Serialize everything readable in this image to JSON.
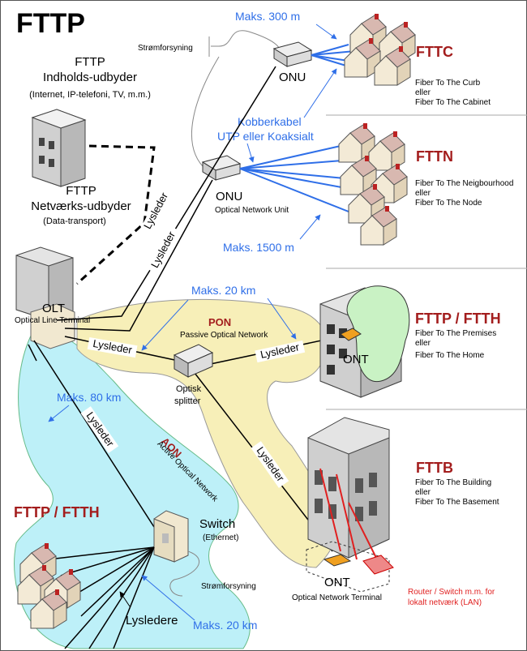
{
  "title": "FTTP",
  "provider": {
    "content_title_1": "FTTP",
    "content_title_2": "Indholds-udbyder",
    "content_sub": "(Internet, IP-telefoni, TV, m.m.)",
    "network_title_1": "FTTP",
    "network_title_2": "Netværks-udbyder",
    "network_sub": "(Data-transport)"
  },
  "olt": {
    "label": "OLT",
    "desc": "Optical Line Terminal"
  },
  "power_top": "Strømforsyning",
  "power_bottom": "Strømforsyning",
  "onu_top": "ONU",
  "onu_mid": "ONU",
  "onu_desc": "Optical Network Unit",
  "max_300": "Maks. 300 m",
  "copper_1": "Kobberkabel",
  "copper_2": "UTP eller Koaksialt",
  "max_1500": "Maks. 1500 m",
  "max_20_pon": "Maks. 20 km",
  "max_80": "Maks. 80 km",
  "max_20_aon": "Maks. 20 km",
  "fiber_label": "Lysleder",
  "fibers_label": "Lysledere",
  "pon": {
    "name": "PON",
    "desc": "Passive Optical Network"
  },
  "aon": {
    "name": "AON",
    "desc": "Active Optical Network"
  },
  "splitter": {
    "line1": "Optisk",
    "line2": "splitter"
  },
  "switch": {
    "name": "Switch",
    "sub": "(Ethernet)"
  },
  "ont_premises": "ONT",
  "ont_building": "ONT",
  "ont_desc": "Optical Network Terminal",
  "router_1": "Router / Switch m.m. for",
  "router_2": "lokalt netværk (LAN)",
  "fttc": {
    "name": "FTTC",
    "l1": "Fiber To The Curb",
    "l2": "eller",
    "l3": "Fiber To The Cabinet"
  },
  "fttn": {
    "name": "FTTN",
    "l1": "Fiber To The Neigbourhood",
    "l2": "eller",
    "l3": "Fiber To The Node"
  },
  "ftth": {
    "name": "FTTP / FTTH",
    "l1": "Fiber To The Premises",
    "l2": "eller",
    "l3": "Fiber To The Home"
  },
  "fttb": {
    "name": "FTTB",
    "l1": "Fiber To The Building",
    "l2": "eller",
    "l3": "Fiber To The Basement"
  },
  "ftth_aon": "FTTP / FTTH",
  "colors": {
    "blue_text": "#2f6fe8",
    "red_text": "#a31d1d",
    "pon_area": "#f7efb8",
    "aon_area": "#bdf0f8",
    "home_area": "#c9f2c4"
  }
}
